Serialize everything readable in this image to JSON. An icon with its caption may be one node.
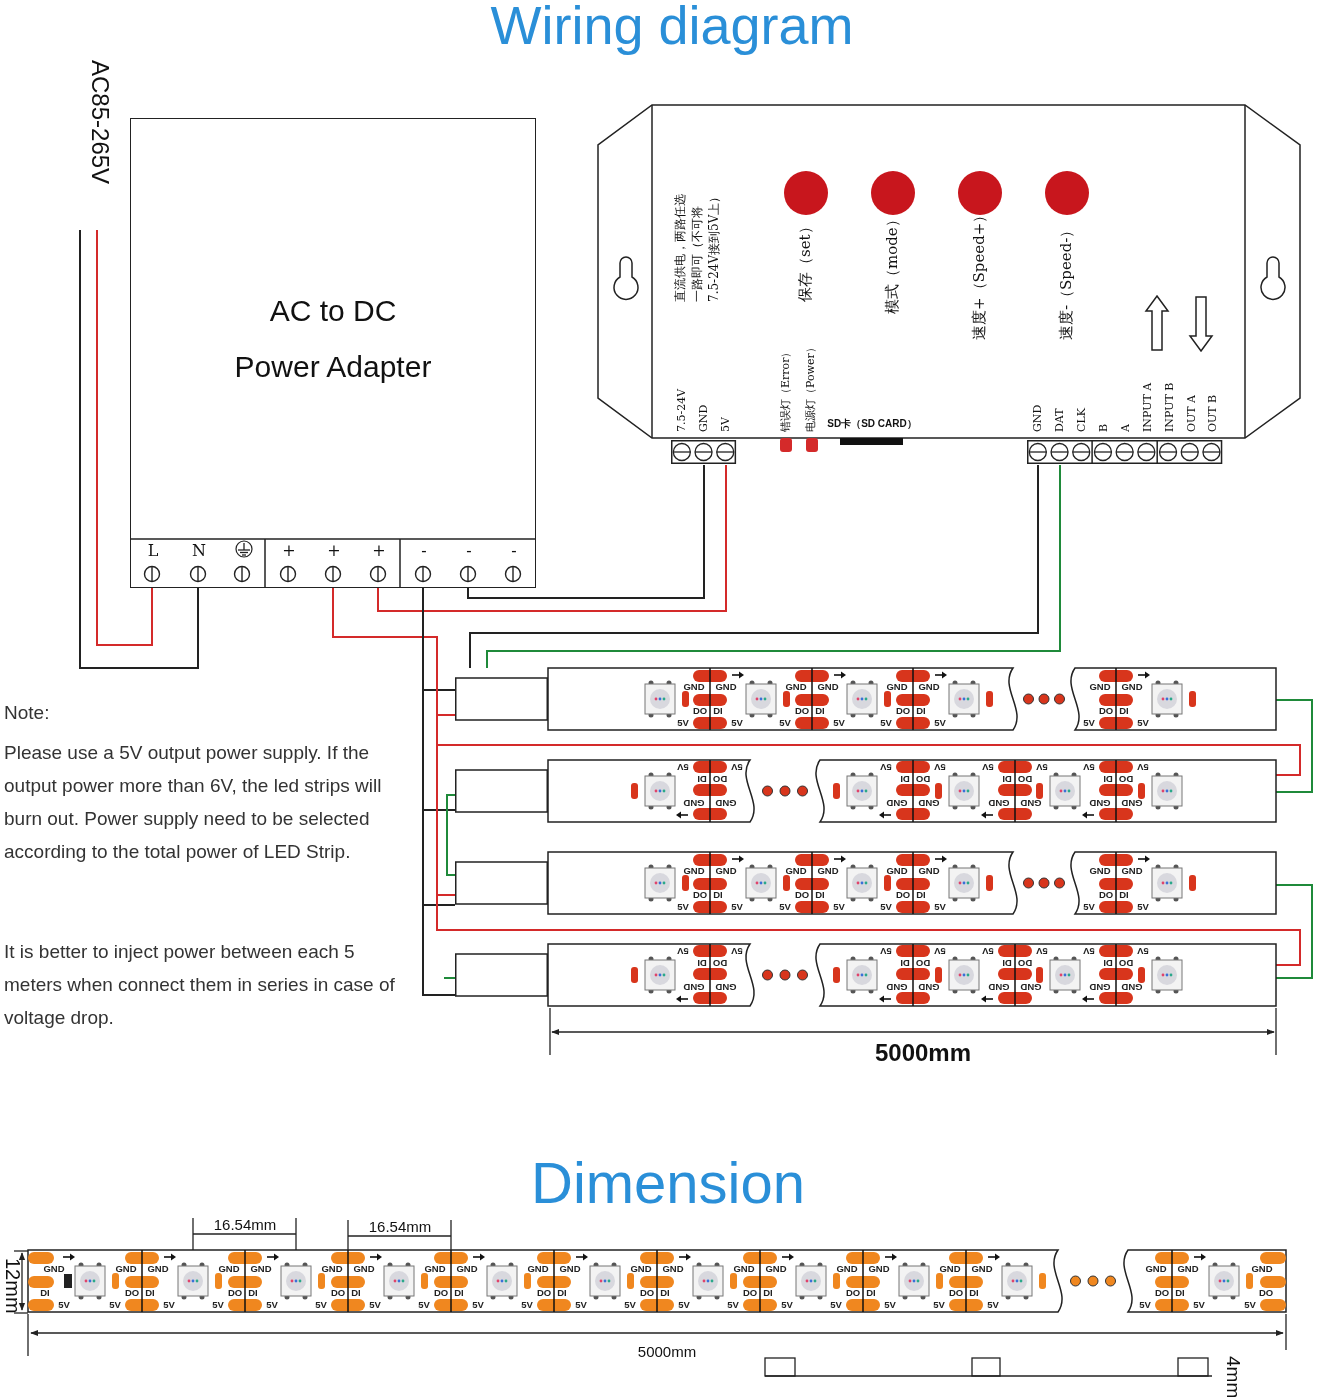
{
  "diagram": {
    "title": "Wiring diagram",
    "nodes": [
      {
        "text": [
          "AC to DC Power Adapter"
        ]
      },
      {
        "text": [],
        "shape": "box"
      },
      {
        "text": [],
        "shape": "bar"
      },
      {
        "text": [],
        "shape": "bar"
      },
      {
        "text": [],
        "shape": "bar"
      },
      {
        "text": [],
        "shape": "bar"
      }
    ],
    "edges": [
      {
        "from": null,
        "to": 0,
        "arrow": "none",
        "color": "#d42a2a"
      },
      {
        "from": null,
        "to": 0,
        "arrow": "none"
      },
      {
        "from": 0,
        "to": 1,
        "arrow": "none",
        "color": "#d42a2a"
      },
      {
        "from": 0,
        "to": 1,
        "arrow": "none"
      },
      {
        "from": 1,
        "to": 2,
        "arrow": "none",
        "color": "#1f8a3a"
      },
      {
        "from": 1,
        "to": 2,
        "arrow": "none"
      },
      {
        "from": 0,
        "to": 2,
        "arrow": "none",
        "color": "#d42a2a"
      },
      {
        "from": 0,
        "to": 2,
        "arrow": "none"
      },
      {
        "from": 0,
        "to": 3,
        "arrow": "none",
        "color": "#d42a2a"
      },
      {
        "from": 0,
        "to": 3,
        "arrow": "none"
      },
      {
        "from": 0,
        "to": 4,
        "arrow": "none",
        "color": "#d42a2a"
      },
      {
        "from": 0,
        "to": 4,
        "arrow": "none"
      },
      {
        "from": 0,
        "to": 5,
        "arrow": "none",
        "color": "#d42a2a"
      },
      {
        "from": 0,
        "to": 5,
        "arrow": "none"
      },
      {
        "from": 2,
        "to": 3,
        "arrow": "none",
        "color": "#1f8a3a"
      },
      {
        "from": 3,
        "to": 4,
        "arrow": "none",
        "color": "#1f8a3a"
      },
      {
        "from": 4,
        "to": 5,
        "arrow": "none",
        "color": "#1f8a3a"
      },
      {
        "from": 5,
        "to": null,
        "arrow": "none",
        "color": "#1f8a3a"
      }
    ],
    "labels": [
      "AC85-265V",
      "L",
      "N",
      "+",
      "+",
      "+",
      "-",
      "-",
      "-",
      "直流供电，两路任选一路即可（不可将7.5-24V接到5V上）",
      "保存（set）",
      "模式（mode）",
      "速度+（Speed+）",
      "速度-（Speed-）",
      "7.5-24V",
      "GND",
      "5V",
      "错误灯（Error）",
      "电源灯（Power）",
      "SD卡（SD CARD）",
      "GND",
      "DAT",
      "CLK",
      "B",
      "A",
      "INPUT A",
      "INPUT B",
      "OUT A",
      "OUT B",
      "Note:",
      "Please use a 5V output power supply. If the output power more than 6V, the led strips will burn out. Power supply need to be selected according to the total power of LED Strip.",
      "It is better to inject power between each 5 meters when connect them in series in case of voltage drop.",
      "GND",
      "GND",
      "DO",
      "DI",
      "5V",
      "5V",
      "GND",
      "GND",
      "DO",
      "DI",
      "5V",
      "5V",
      "GND",
      "GND",
      "DO",
      "DI",
      "5V",
      "5V",
      "GND",
      "GND",
      "DO",
      "DI",
      "5V",
      "5V",
      "GND",
      "GND",
      "DO",
      "DI",
      "5V",
      "5V",
      "GND",
      "GND",
      "DO",
      "DI",
      "5V",
      "5V",
      "GND",
      "GND",
      "DO",
      "DI",
      "5V",
      "5V",
      "GND",
      "GND",
      "DO",
      "DI",
      "5V",
      "5V",
      "GND",
      "GND",
      "DO",
      "DI",
      "5V",
      "5V",
      "GND",
      "GND",
      "DO",
      "DI",
      "5V",
      "5V",
      "GND",
      "GND",
      "DO",
      "DI",
      "5V",
      "5V",
      "GND",
      "GND",
      "DO",
      "DI",
      "5V",
      "5V",
      "GND",
      "GND",
      "DO",
      "DI",
      "5V",
      "5V",
      "GND",
      "GND",
      "DO",
      "DI",
      "5V",
      "5V",
      "GND",
      "GND",
      "DO",
      "DI",
      "5V",
      "5V",
      "GND",
      "GND",
      "DO",
      "DI",
      "5V",
      "5V",
      "5000mm",
      "Dimension",
      "16.54mm",
      "16.54mm",
      "12mm",
      "GND",
      "DI",
      "5V",
      "GND",
      "GND",
      "DO",
      "DI",
      "5V",
      "5V",
      "GND",
      "GND",
      "DO",
      "DI",
      "5V",
      "5V",
      "GND",
      "GND",
      "DO",
      "DI",
      "5V",
      "5V",
      "GND",
      "GND",
      "DO",
      "DI",
      "5V",
      "5V",
      "GND",
      "GND",
      "DO",
      "DI",
      "5V",
      "5V",
      "GND",
      "GND",
      "DO",
      "DI",
      "5V",
      "5V",
      "GND",
      "GND",
      "DO",
      "DI",
      "5V",
      "5V",
      "GND",
      "GND",
      "DO",
      "DI",
      "5V",
      "5V",
      "GND",
      "GND",
      "DO",
      "DI",
      "5V",
      "5V",
      "GND",
      "GND",
      "DO",
      "DI",
      "5V",
      "5V",
      "GND",
      "DO",
      "5V",
      "5000mm",
      "4mm"
    ]
  }
}
